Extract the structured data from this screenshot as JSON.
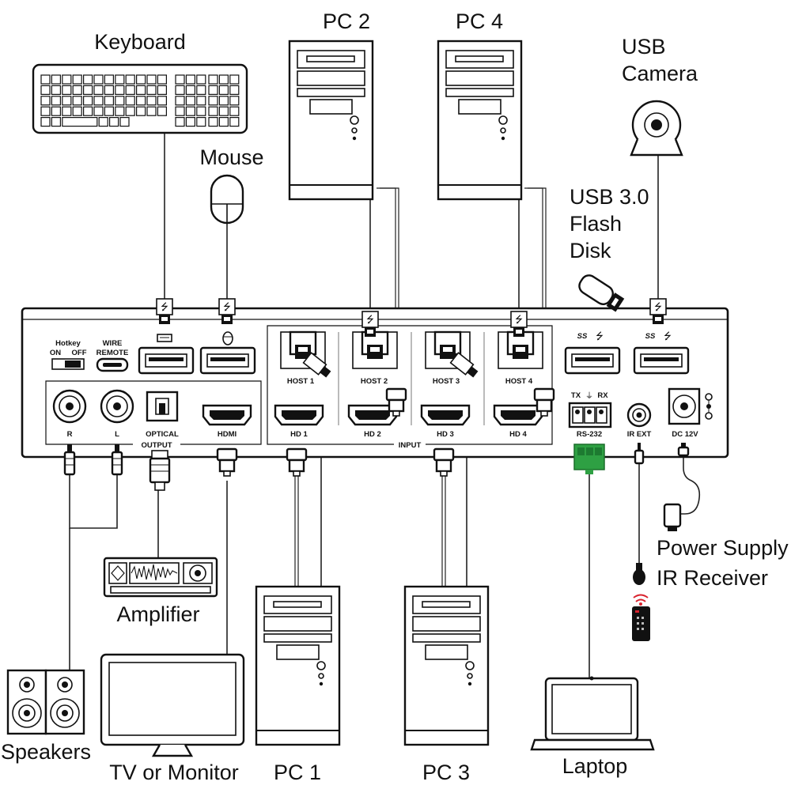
{
  "devices": {
    "keyboard": "Keyboard",
    "mouse": "Mouse",
    "pc1": "PC 1",
    "pc2": "PC 2",
    "pc3": "PC 3",
    "pc4": "PC 4",
    "usb_camera_line1": "USB",
    "usb_camera_line2": "Camera",
    "flash_disk_line1": "USB 3.0",
    "flash_disk_line2": "Flash",
    "flash_disk_line3": "Disk",
    "power_supply": "Power Supply",
    "ir_receiver": "IR Receiver",
    "amplifier": "Amplifier",
    "speakers": "Speakers",
    "tv_monitor": "TV or Monitor",
    "laptop": "Laptop"
  },
  "panel": {
    "hotkey": "Hotkey",
    "on": "ON",
    "off": "OFF",
    "wire_line1": "WIRE",
    "wire_line2": "REMOTE",
    "host1": "HOST 1",
    "host2": "HOST 2",
    "host3": "HOST 3",
    "host4": "HOST 4",
    "hd1": "HD 1",
    "hd2": "HD 2",
    "hd3": "HD 3",
    "hd4": "HD 4",
    "input": "INPUT",
    "r": "R",
    "l": "L",
    "optical": "OPTICAL",
    "hdmi": "HDMI",
    "output": "OUTPUT",
    "tx": "TX",
    "rx": "RX",
    "rs232": "RS-232",
    "irext": "IR EXT",
    "dc12v": "DC 12V",
    "ss1": "SS",
    "ss2": "SS"
  },
  "colors": {
    "terminal_block": "#2ea043",
    "remote_signal": "#d9232e",
    "line": "#222222"
  }
}
